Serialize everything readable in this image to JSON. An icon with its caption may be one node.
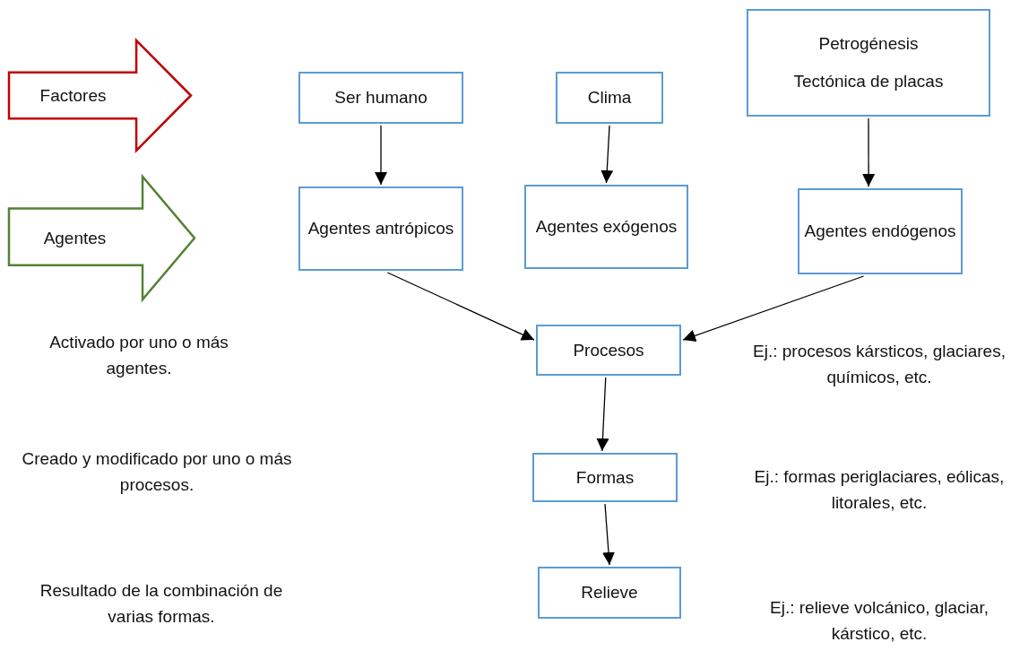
{
  "diagram": {
    "nodes": [
      {
        "text": [
          "Factores"
        ]
      },
      {
        "text": [
          "Agentes"
        ]
      },
      {
        "text": [
          "Ser humano"
        ]
      },
      {
        "text": [
          "Clima"
        ]
      },
      {
        "text": [
          "Petrogénesis",
          "Tectónica de placas"
        ]
      },
      {
        "text": [
          "Agentes antrópicos"
        ]
      },
      {
        "text": [
          "Agentes exógenos"
        ]
      },
      {
        "text": [
          "Agentes endógenos"
        ]
      },
      {
        "text": [
          "Procesos"
        ]
      },
      {
        "text": [
          "Formas"
        ]
      },
      {
        "text": [
          "Relieve"
        ]
      }
    ],
    "edges": [
      {
        "from": 2,
        "to": 5,
        "arrow": "to"
      },
      {
        "from": 3,
        "to": 6,
        "arrow": "to"
      },
      {
        "from": 4,
        "to": 7,
        "arrow": "to"
      },
      {
        "from": 5,
        "to": 8,
        "arrow": "to"
      },
      {
        "from": 7,
        "to": 8,
        "arrow": "to"
      },
      {
        "from": 8,
        "to": 9,
        "arrow": "to"
      },
      {
        "from": 9,
        "to": 10,
        "arrow": "to"
      }
    ],
    "labels": [
      "Activado por uno o más agentes.",
      "Ej.: procesos kársticos, glaciares, químicos, etc.",
      "Creado y modificado por uno o más procesos.",
      "Ej.: formas periglaciares, eólicas, litorales, etc.",
      "Resultado de la combinación de varias formas.",
      "Ej.: relieve volcánico, glaciar, kárstico, etc."
    ]
  }
}
